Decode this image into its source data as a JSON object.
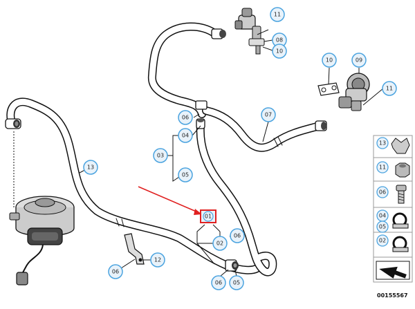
{
  "callouts": {
    "c1": "11",
    "c2": "08",
    "c3": "10",
    "c4": "10",
    "c5": "09",
    "c6": "11",
    "c7": "07",
    "c8": "06",
    "c9": "04",
    "c10": "03",
    "c11": "05",
    "c12": "13",
    "c13": "01",
    "c14": "06",
    "c15": "02",
    "c16": "06",
    "c17": "12",
    "c18": "06",
    "c19": "05"
  },
  "legend": {
    "l1": "13",
    "l2": "11",
    "l3": "06",
    "l4": "04",
    "l5": "05",
    "l6": "02"
  },
  "document_id": "00155567",
  "colors": {
    "callout_fill": "#e8f2fa",
    "callout_stroke": "#4aa3df",
    "highlight": "#e02020",
    "line": "#111111"
  }
}
